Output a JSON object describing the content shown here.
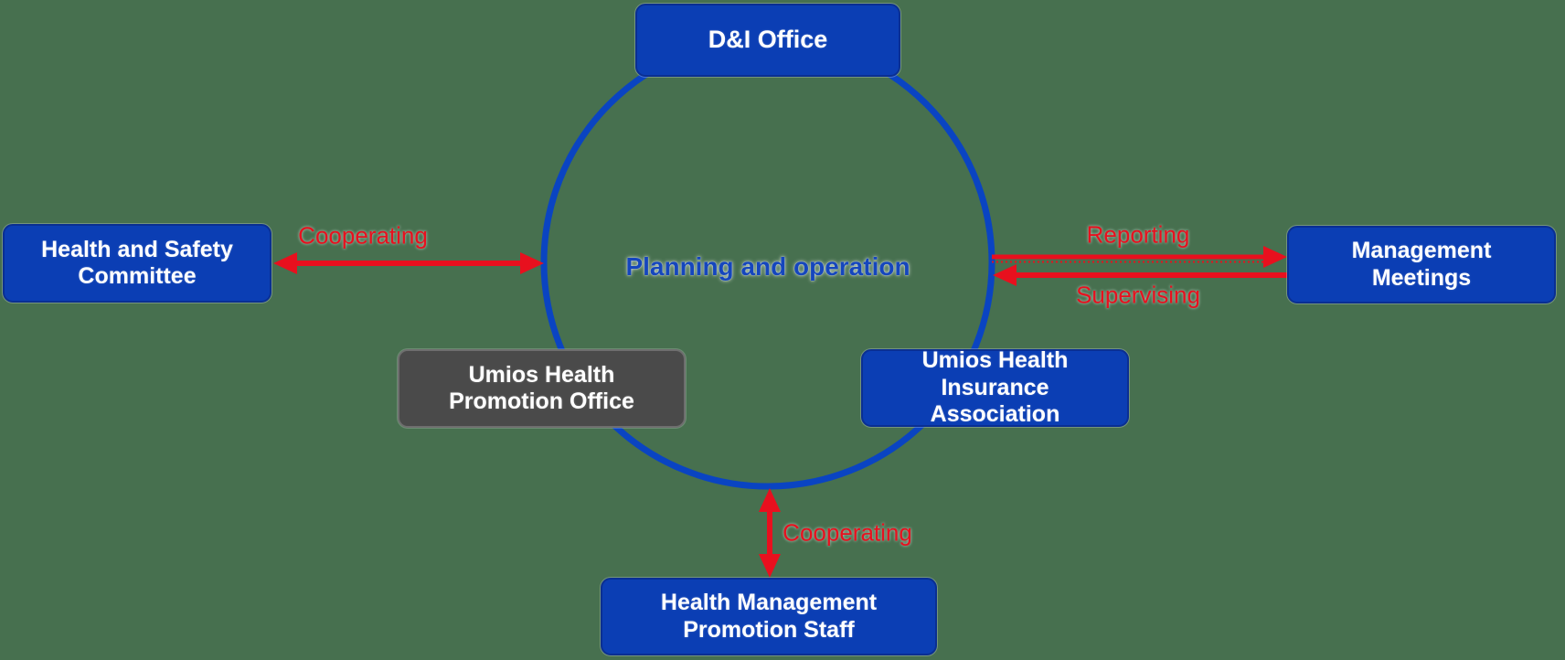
{
  "diagram": {
    "background_color": "#47704f",
    "center_circle": {
      "label": "Planning and operation",
      "stroke_color": "#0a44c2",
      "text_color": "#1546bd"
    },
    "nodes": {
      "dni_office": "D&I Office",
      "health_safety_committee": "Health and Safety Committee",
      "management_meetings": "Management Meetings",
      "umios_health_promotion_office": "Umios Health Promotion Office",
      "umios_health_insurance_association": "Umios Health Insurance Association",
      "health_management_promotion_staff": "Health Management Promotion Staff"
    },
    "edges": {
      "cooperating_left": "Cooperating",
      "reporting": "Reporting",
      "supervising": "Supervising",
      "cooperating_bottom": "Cooperating"
    },
    "colors": {
      "node_blue": "#0b3eb4",
      "node_gray": "#4a4a4a",
      "arrow_red": "#e8101e",
      "node_text_white": "#ffffff"
    }
  }
}
